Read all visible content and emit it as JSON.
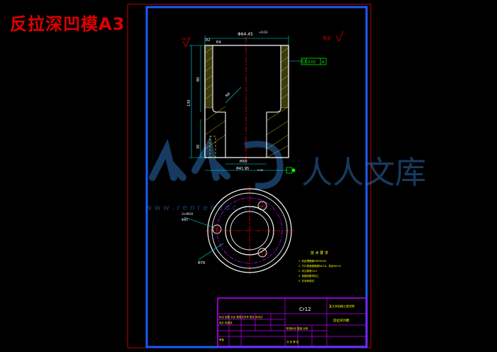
{
  "title": "反拉深凹模A3",
  "dimensions": {
    "d_top": "Φ64.45",
    "tol_top": "+0.03",
    "r_outer": "R2",
    "d_inner": "R4",
    "h_total": "130",
    "h_upper": "80",
    "h_lower": "30",
    "chamfer": "R8",
    "d_bore": "M50",
    "d_bottom": "Φ41.95",
    "tol_bottom": "-0.05",
    "d_bolt": "3×M10",
    "depth": "Φ85",
    "d_pcd": "Φ76",
    "tol_frame": "0.02",
    "tol_datum": "A",
    "roughness": "Ra1.6",
    "other_rough": "其余"
  },
  "tech_req": {
    "heading": "技 术 要 求",
    "items": [
      "1. 热处理硬度HRC58-62",
      "2. 刃口表面粗糙度Ra0.8，其余Ra1.6",
      "3. 未注倒角C0.5",
      "4. 按图纸要求加工",
      "5. 去毛刺锐边"
    ]
  },
  "title_block": {
    "material": "Cr12",
    "school": "某大学机械工程学院",
    "part_name": "反拉深凹模",
    "r1": "标记  处数  分区  更改文件号  签名  年月日",
    "r2": "设计  标准化",
    "r3": "审核",
    "r4": "阶段标记  重量  比例",
    "r5": "共  张  第  张"
  },
  "watermark": {
    "logo": "人人文库",
    "url": "w w w . r e n r e n d o c . c o m"
  },
  "colors": {
    "frame": "#1a5cff",
    "border": "#c00000",
    "part": "#ffffff",
    "dim": "#00e0e0",
    "hatch": "#c8c800",
    "center": "#e00000",
    "tol": "#00ff00",
    "block": "#c000ff",
    "text": "#ffff00"
  }
}
